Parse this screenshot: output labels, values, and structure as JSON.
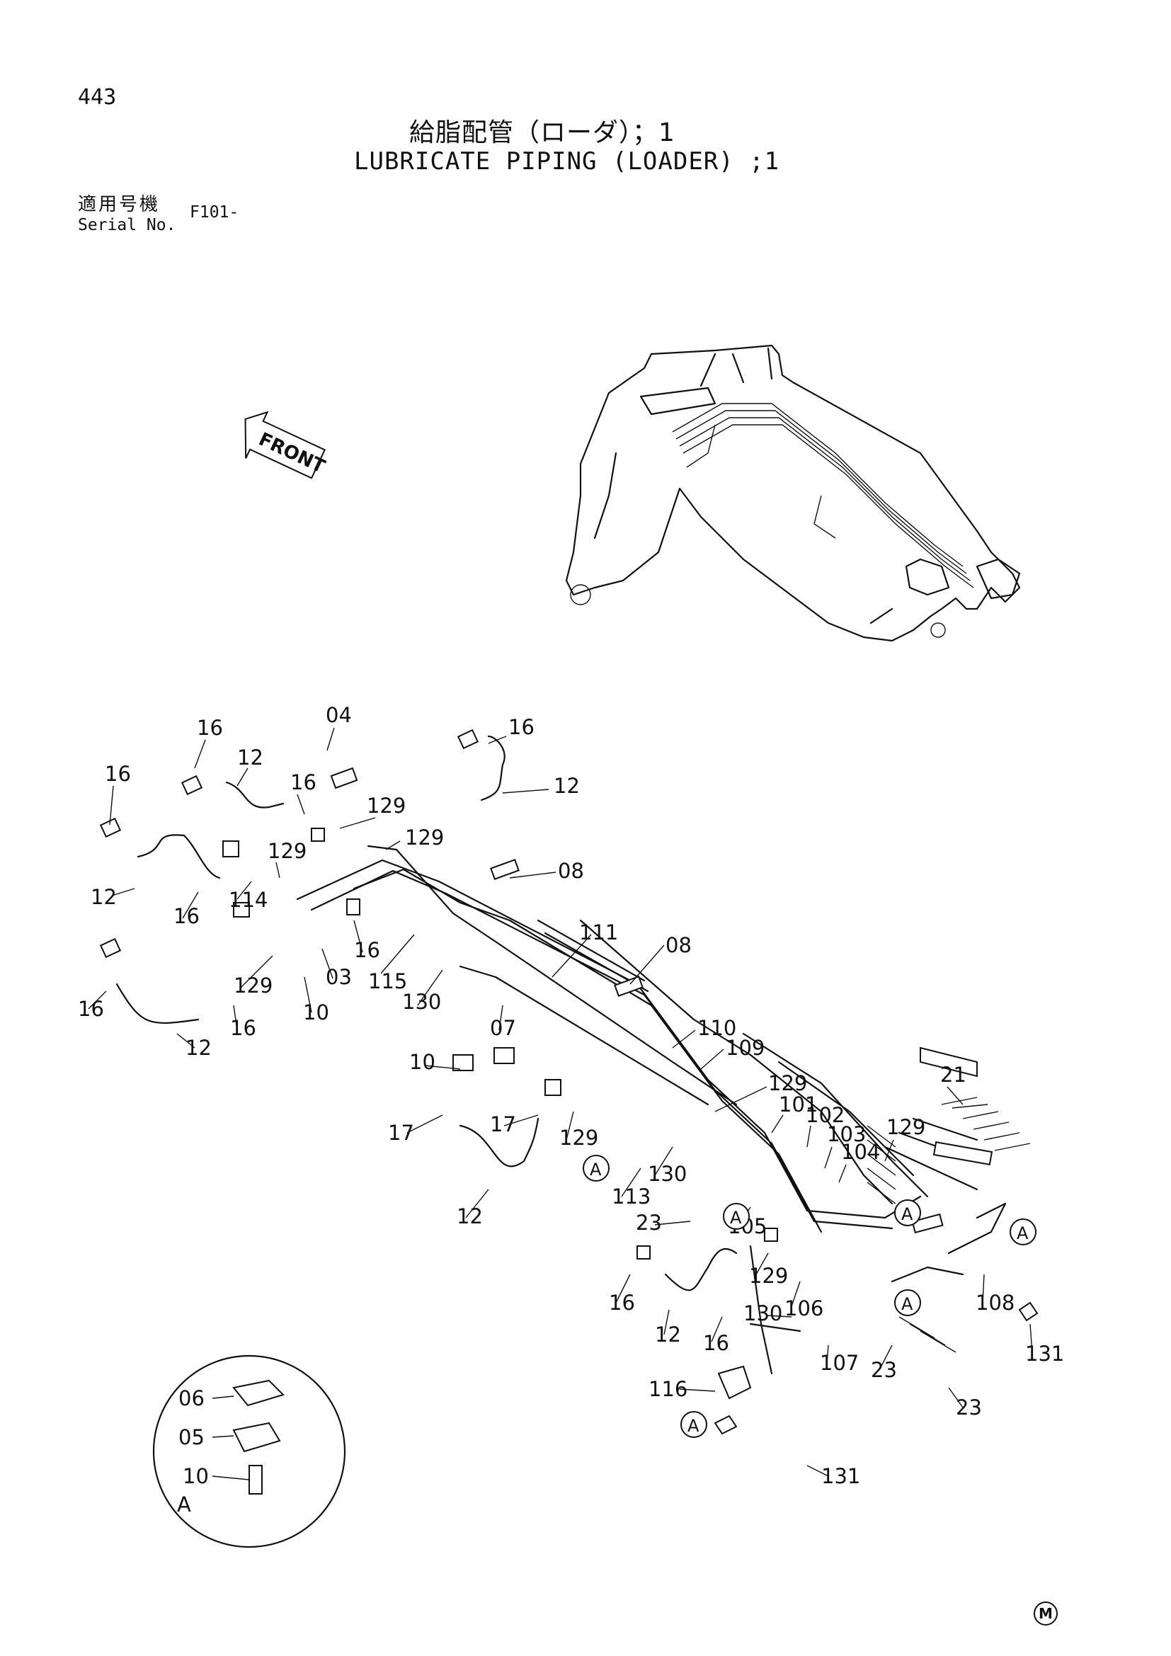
{
  "page_number": "443",
  "title_jp": "給脂配管（ローダ）；1",
  "title_en": "LUBRICATE PIPING (LOADER) ;1",
  "serial": {
    "label_jp": "適用号機",
    "label_en": "Serial No.",
    "value": "F101-"
  },
  "front_arrow": {
    "label": "FRONT",
    "icon": "front-arrow-icon"
  },
  "detail_view": {
    "name": "A",
    "parts": [
      "06",
      "05",
      "10"
    ]
  },
  "callouts": {
    "c01": "16",
    "c02": "12",
    "c03": "16",
    "c04": "04",
    "c05": "16",
    "c06": "12",
    "c07": "16",
    "c08": "129",
    "c09": "129",
    "c10": "129",
    "c11": "12",
    "c12": "16",
    "c13": "114",
    "c14": "08",
    "c15": "16",
    "c16": "03",
    "c17": "115",
    "c18": "111",
    "c19": "08",
    "c20": "129",
    "c21": "10",
    "c22": "16",
    "c23": "130",
    "c24": "12",
    "c25": "16",
    "c26": "07",
    "c27": "110",
    "c28": "109",
    "c29": "10",
    "c30": "129",
    "c31": "21",
    "c32": "101",
    "c33": "102",
    "c34": "129",
    "c35": "103",
    "c36": "104",
    "c37": "17",
    "c38": "17",
    "c39": "129",
    "c40": "130",
    "c41": "113",
    "c42": "12",
    "c43": "23",
    "c44": "105",
    "c45": "129",
    "c46": "106",
    "c47": "108",
    "c48": "16",
    "c49": "130",
    "c50": "12",
    "c51": "16",
    "c52": "107",
    "c53": "23",
    "c54": "131",
    "c55": "116",
    "c56": "23",
    "c57": "131"
  },
  "view_markers": [
    "A",
    "A",
    "A",
    "A",
    "A",
    "A"
  ],
  "logo_mark": "M",
  "colors": {
    "ink": "#111111",
    "paper": "#ffffff"
  }
}
